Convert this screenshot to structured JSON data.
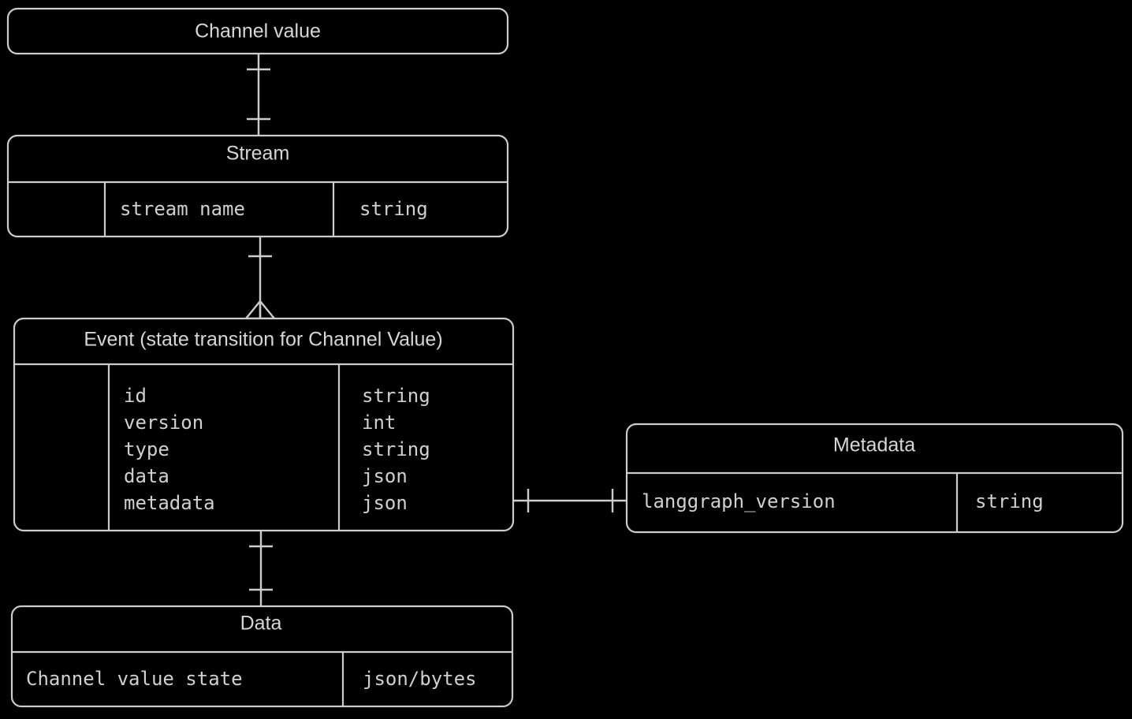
{
  "diagram": {
    "kind": "entity-relationship-diagram",
    "background_color": "#000000",
    "stroke_color": "#cccccc",
    "text_color": "#d4d4d4",
    "entities": [
      {
        "id": "channel_value",
        "title": "Channel value",
        "attributes": []
      },
      {
        "id": "stream",
        "title": "Stream",
        "attributes": [
          {
            "key": "",
            "name": "stream name",
            "type": "string"
          }
        ]
      },
      {
        "id": "event",
        "title": "Event (state transition for Channel Value)",
        "attributes": [
          {
            "key": "",
            "name": "id",
            "type": "string"
          },
          {
            "key": "",
            "name": "version",
            "type": "int"
          },
          {
            "key": "",
            "name": "type",
            "type": "string"
          },
          {
            "key": "",
            "name": "data",
            "type": "json"
          },
          {
            "key": "",
            "name": "metadata",
            "type": "json"
          }
        ]
      },
      {
        "id": "metadata",
        "title": "Metadata",
        "attributes": [
          {
            "key": "",
            "name": "langgraph_version",
            "type": "string"
          }
        ]
      },
      {
        "id": "data",
        "title": "Data",
        "attributes": [
          {
            "name": "Channel value state",
            "type": "json/bytes"
          }
        ]
      }
    ],
    "relationships": [
      {
        "from": "channel_value",
        "to": "stream",
        "from_cardinality": "exactly-one",
        "to_cardinality": "exactly-one",
        "orientation": "vertical"
      },
      {
        "from": "stream",
        "to": "event",
        "from_cardinality": "exactly-one",
        "to_cardinality": "many",
        "orientation": "vertical"
      },
      {
        "from": "event",
        "to": "metadata",
        "from_cardinality": "exactly-one",
        "to_cardinality": "exactly-one",
        "orientation": "horizontal"
      },
      {
        "from": "event",
        "to": "data",
        "from_cardinality": "exactly-one",
        "to_cardinality": "exactly-one",
        "orientation": "vertical"
      }
    ]
  }
}
